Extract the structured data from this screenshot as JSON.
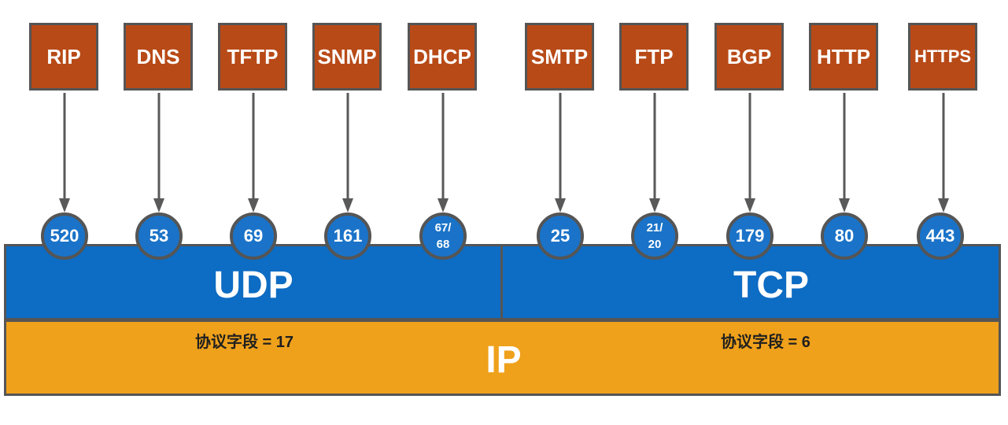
{
  "colors": {
    "protocol_box": "#b84a17",
    "port_circle": "#1a73c8",
    "transport_bar": "#0d6cc3",
    "ip_bar": "#efa11b",
    "outline": "#555555",
    "arrow": "#595959"
  },
  "protocols": [
    {
      "name": "RIP",
      "port": "520"
    },
    {
      "name": "DNS",
      "port": "53"
    },
    {
      "name": "TFTP",
      "port": "69"
    },
    {
      "name": "SNMP",
      "port": "161"
    },
    {
      "name": "DHCP",
      "port_top": "67/",
      "port_bottom": "68"
    },
    {
      "name": "SMTP",
      "port": "25"
    },
    {
      "name": "FTP",
      "port_top": "21/",
      "port_bottom": "20"
    },
    {
      "name": "BGP",
      "port": "179"
    },
    {
      "name": "HTTP",
      "port": "80"
    },
    {
      "name": "HTTPS",
      "port": "443"
    }
  ],
  "transport": {
    "udp_label": "UDP",
    "tcp_label": "TCP"
  },
  "ip": {
    "label": "IP",
    "udp_protocol_field": "协议字段 = 17",
    "tcp_protocol_field": "协议字段 = 6"
  }
}
